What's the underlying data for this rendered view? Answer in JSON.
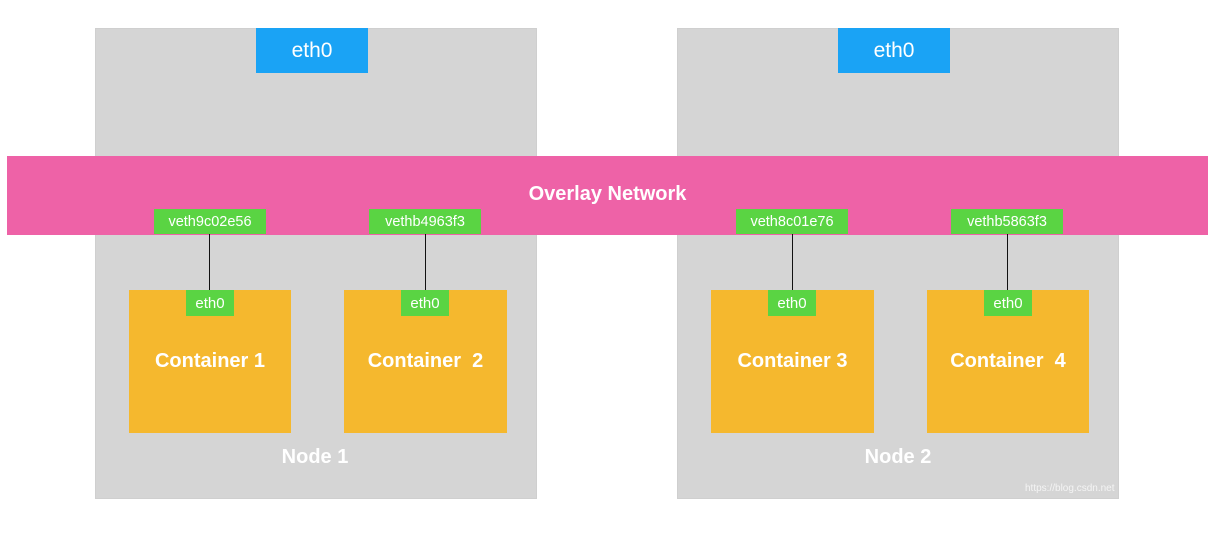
{
  "colors": {
    "node_bg": "#d5d5d5",
    "host_eth": "#1aa3f5",
    "overlay": "#ee62a7",
    "veth": "#5ad443",
    "container": "#f5b82e",
    "link": "#111111"
  },
  "nodes": [
    {
      "label": "Node 1",
      "host_eth": "eth0",
      "containers": [
        {
          "name": "Container 1",
          "eth": "eth0",
          "veth": "veth9c02e56"
        },
        {
          "name": "Container  2",
          "eth": "eth0",
          "veth": "vethb4963f3"
        }
      ]
    },
    {
      "label": "Node 2",
      "host_eth": "eth0",
      "containers": [
        {
          "name": "Container 3",
          "eth": "eth0",
          "veth": "veth8c01e76"
        },
        {
          "name": "Container  4",
          "eth": "eth0",
          "veth": "vethb5863f3"
        }
      ]
    }
  ],
  "overlay": {
    "label": "Overlay Network"
  },
  "watermark": "https://blog.csdn.net"
}
